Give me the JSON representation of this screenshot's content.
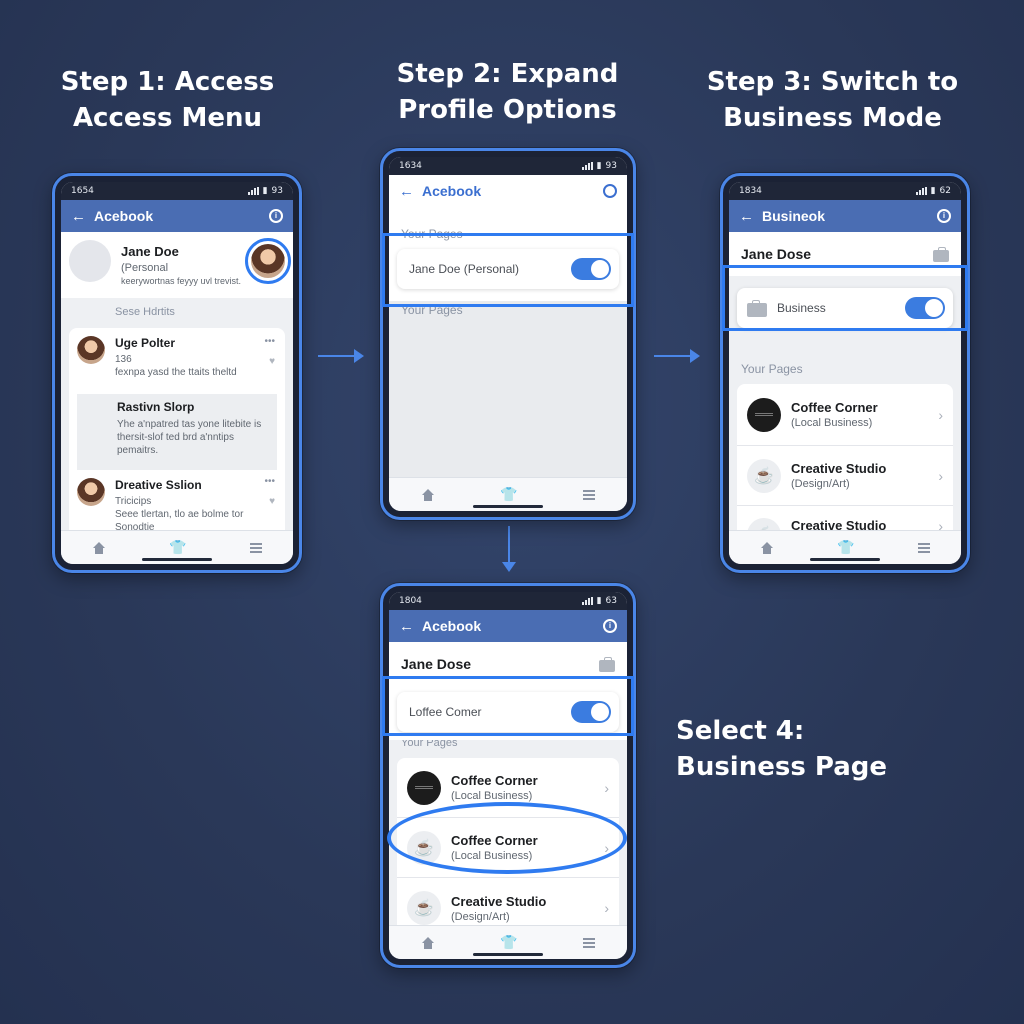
{
  "steps": {
    "s1_title_l1": "Step 1: Access",
    "s1_title_l2": "Access Menu",
    "s2_title_l1": "Step 2: Expand",
    "s2_title_l2": "Profile Options",
    "s3_title_l1": "Step 3: Switch to",
    "s3_title_l2": "Business Mode",
    "s4_title_l1": "Select 4:",
    "s4_title_l2": "Business Page"
  },
  "phone1": {
    "time": "1654",
    "battery": "93",
    "app_title": "Acebook",
    "profile_name": "Jane Doe",
    "profile_sub": "(Personal",
    "profile_blurb": "keerywortnas feyyy uvl trevist.",
    "section_label": "Sese Hdrtits",
    "post1_name": "Uge Polter",
    "post1_meta": "136",
    "post1_text": "fexnpa yasd the ttaits theltd",
    "post2_name": "Rastivn Slorp",
    "post2_text_l1": "Yhe a'npatred tas yone litebite is",
    "post2_text_l2": "thersit-slof ted brd a'nntips",
    "post2_text_l3": "pemaitrs.",
    "post3_name": "Dreative Sslion",
    "post3_meta": "Tricicips",
    "post3_text_l1": "Seee tlertan, tlo ae bolme tor",
    "post3_text_l2": "Sonodtie"
  },
  "phone2": {
    "time": "1634",
    "battery": "93",
    "app_title": "Acebook",
    "section_top": "Your Pages",
    "toggle_label": "Jane Doe (Personal)",
    "section_bottom": "Your Pages"
  },
  "phone3": {
    "time": "1834",
    "battery": "62",
    "app_title": "Busineok",
    "profile_name": "Jane Dose",
    "toggle_label": "Business",
    "section_label": "Your Pages",
    "pages": [
      {
        "name": "Coffee Corner",
        "category": "(Local Business)"
      },
      {
        "name": "Creative Studio",
        "category": "(Design/Art)"
      },
      {
        "name": "Creative Studio",
        "category": ""
      }
    ]
  },
  "phone4": {
    "time": "1804",
    "battery": "63",
    "app_title": "Acebook",
    "profile_name": "Jane Dose",
    "toggle_label": "Loffee Comer",
    "section_label": "Your Pages",
    "pages": [
      {
        "name": "Coffee Corner",
        "category": "(Local Business)"
      },
      {
        "name": "Coffee Corner",
        "category": "(Local Business)"
      },
      {
        "name": "Creative Studio",
        "category": "(Design/Art)"
      }
    ]
  },
  "colors": {
    "background": "#2b3a5e",
    "accent": "#4a86e8",
    "appbar": "#4a6db3",
    "toggle": "#3b7ce0"
  },
  "icons": [
    "back-arrow-icon",
    "info-icon",
    "home-icon",
    "shirt-icon",
    "menu-icon",
    "briefcase-icon",
    "coffee-cup-icon",
    "chevron-right-icon",
    "signal-icon",
    "battery-icon"
  ]
}
